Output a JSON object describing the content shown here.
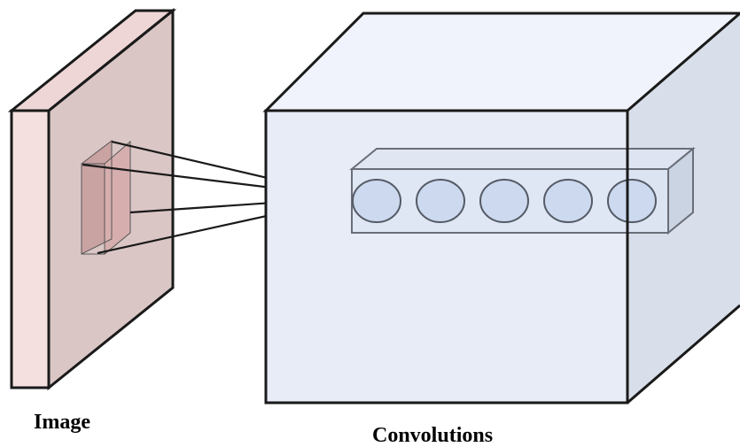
{
  "labels": {
    "image": "Image",
    "convolutions": "Convolutions"
  },
  "colors": {
    "image_front": "#dbc6c6",
    "image_side": "#f5e0e0",
    "image_top": "#eed6d6",
    "patch_front": "#c9a2a2",
    "patch_side": "#d7aeae",
    "cube_front": "#e8ecf7",
    "cube_top": "#f0f3fb",
    "cube_side": "#d8dfea",
    "neuron_fill": "#ccd9ef",
    "outline": "#1a1a1a",
    "column_outline": "#6a6e78"
  },
  "neurons": {
    "count": 5
  }
}
